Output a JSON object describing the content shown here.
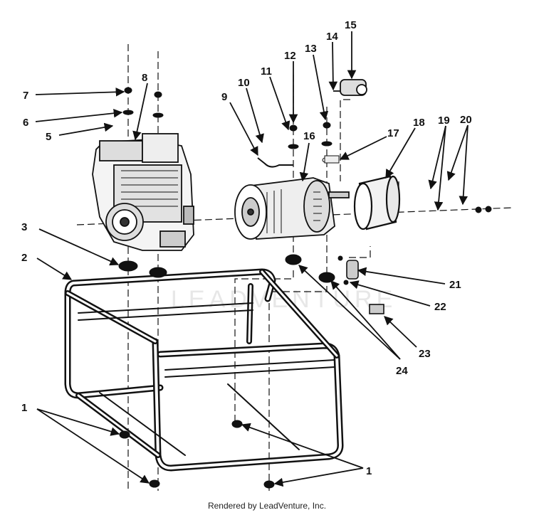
{
  "watermark": "LEADVENTURE",
  "footer": "Rendered by LeadVenture, Inc.",
  "callouts": {
    "c1": "1",
    "c2": "2",
    "c3": "3",
    "c5": "5",
    "c6": "6",
    "c7": "7",
    "c8": "8",
    "c9": "9",
    "c10": "10",
    "c11": "11",
    "c12": "12",
    "c13": "13",
    "c14": "14",
    "c15": "15",
    "c16": "16",
    "c17": "17",
    "c18": "18",
    "c19": "19",
    "c20": "20",
    "c21": "21",
    "c22": "22",
    "c23": "23",
    "c24": "24"
  }
}
